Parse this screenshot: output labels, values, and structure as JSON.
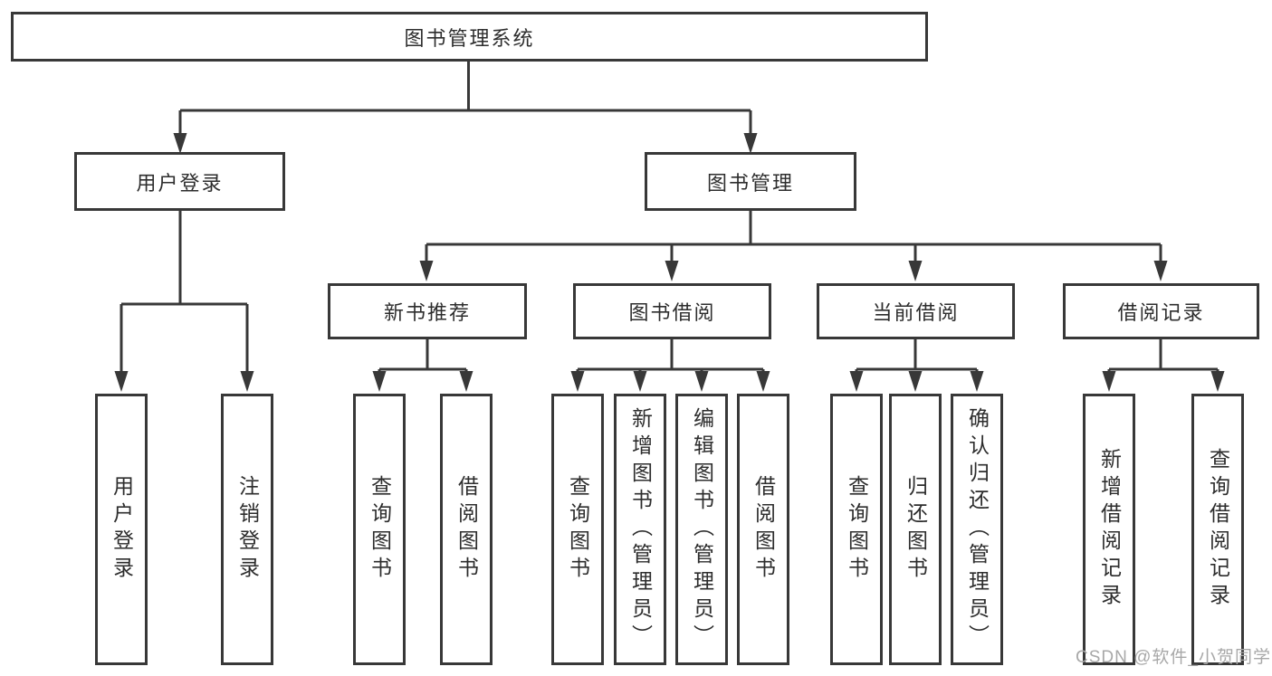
{
  "root": {
    "label": "图书管理系统"
  },
  "branches": [
    {
      "label": "用户登录",
      "children": [
        "用户登录",
        "注销登录"
      ]
    },
    {
      "label": "图书管理",
      "sections": [
        {
          "label": "新书推荐",
          "children": [
            "查询图书",
            "借阅图书"
          ]
        },
        {
          "label": "图书借阅",
          "children": [
            "查询图书",
            "新增图书（管理员）",
            "编辑图书（管理员）",
            "借阅图书"
          ]
        },
        {
          "label": "当前借阅",
          "children": [
            "查询图书",
            "归还图书",
            "确认归还（管理员）"
          ]
        },
        {
          "label": "借阅记录",
          "children": [
            "新增借阅记录",
            "查询借阅记录"
          ]
        }
      ]
    }
  ],
  "watermark": {
    "text": "CSDN @软件_小贺同学"
  },
  "colors": {
    "line": "#383838",
    "box_border": "#383838",
    "text": "#2d2d2d",
    "watermark": "#a8a8a8",
    "background": "#ffffff"
  }
}
